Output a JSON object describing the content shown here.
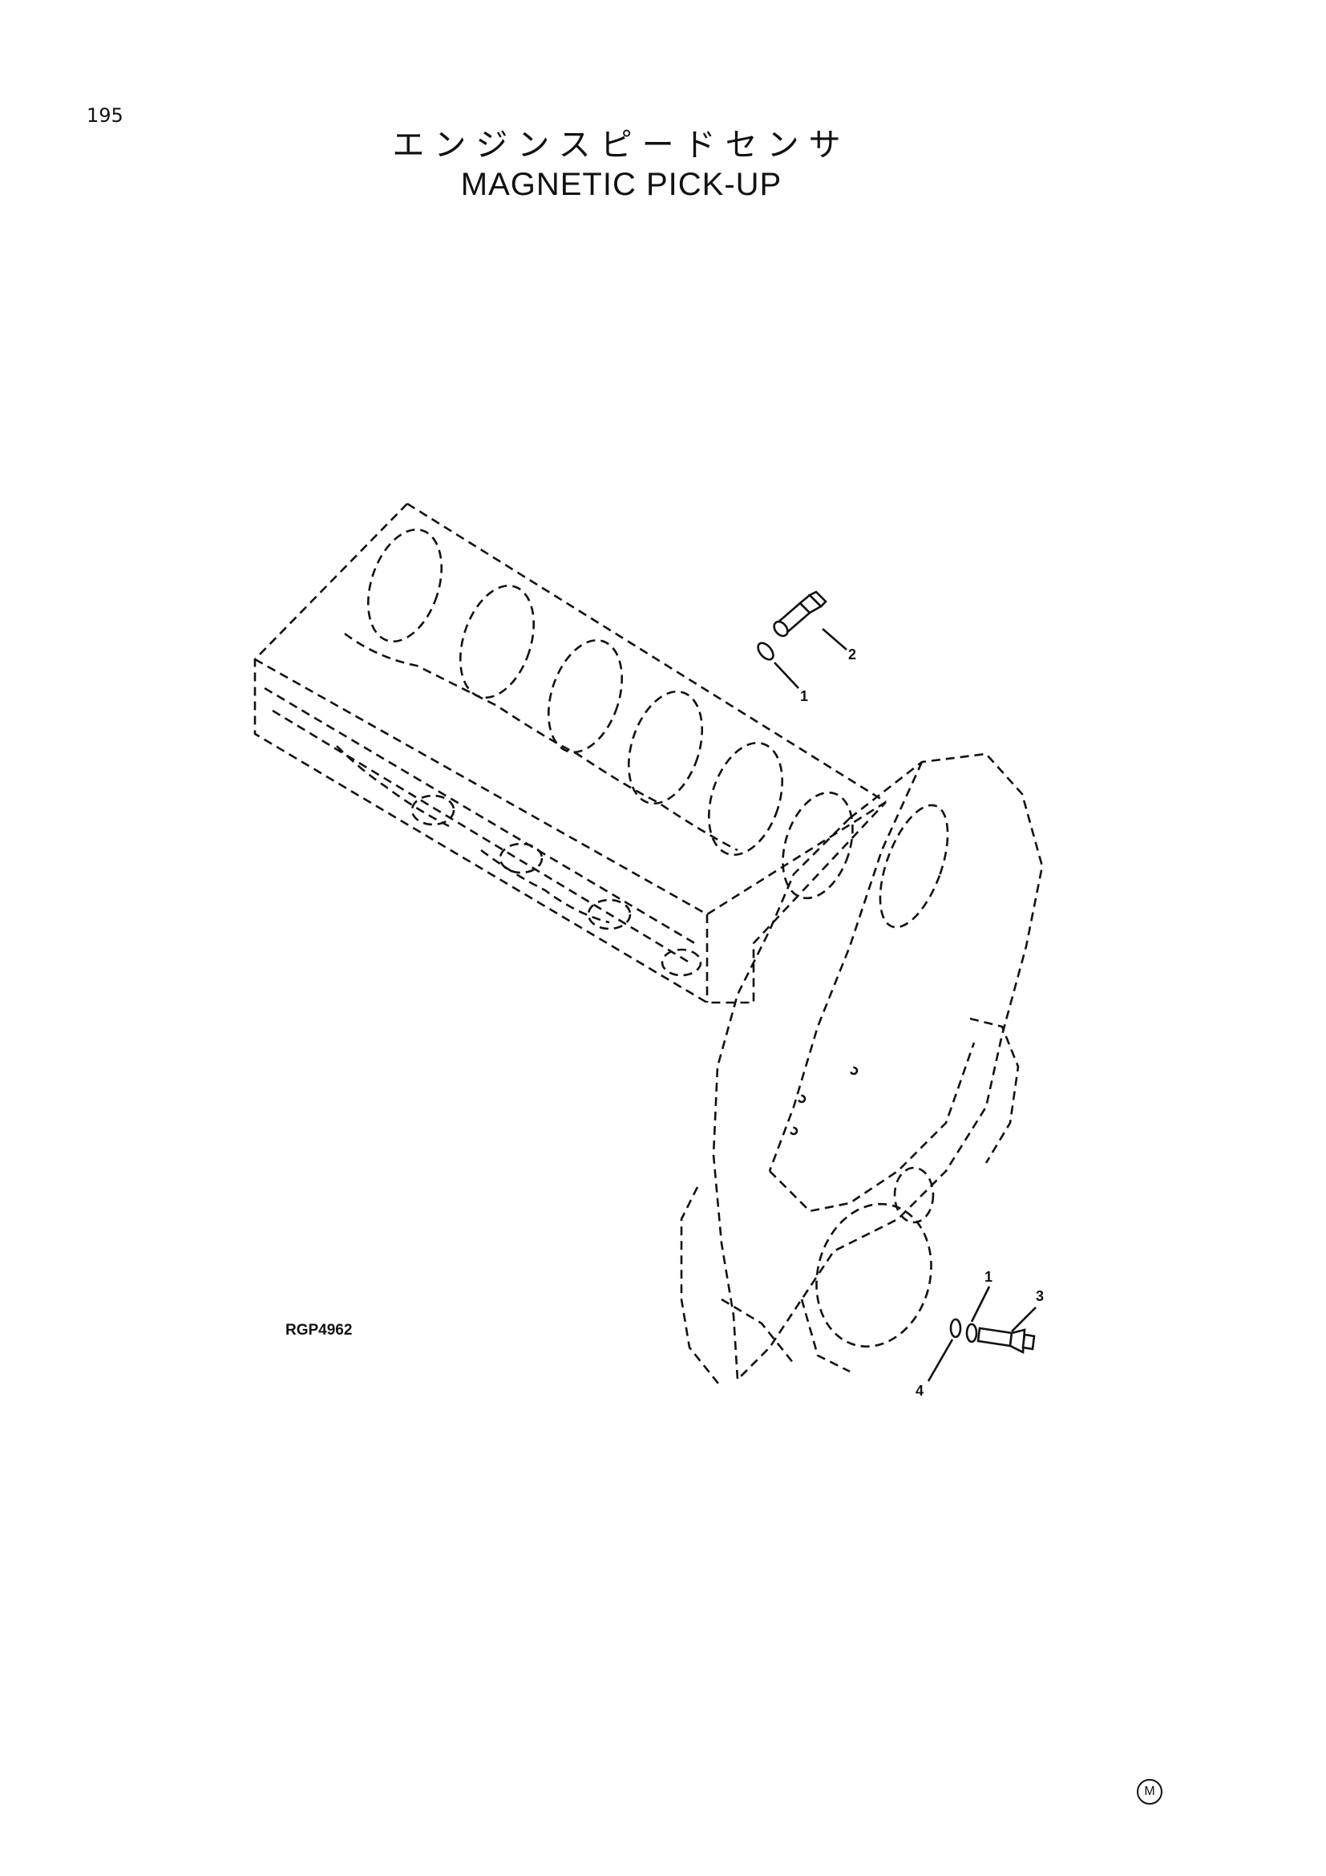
{
  "page_number": "195",
  "title_jp": "エンジンスピードセンサ",
  "title_en": "MAGNETIC PICK-UP",
  "drawing_ref": "RGP4962",
  "corner_mark": "M",
  "callouts": {
    "upper_oring": "1",
    "upper_sensor": "2",
    "lower_oring": "1",
    "lower_sensor": "3",
    "lower_washer": "4"
  }
}
